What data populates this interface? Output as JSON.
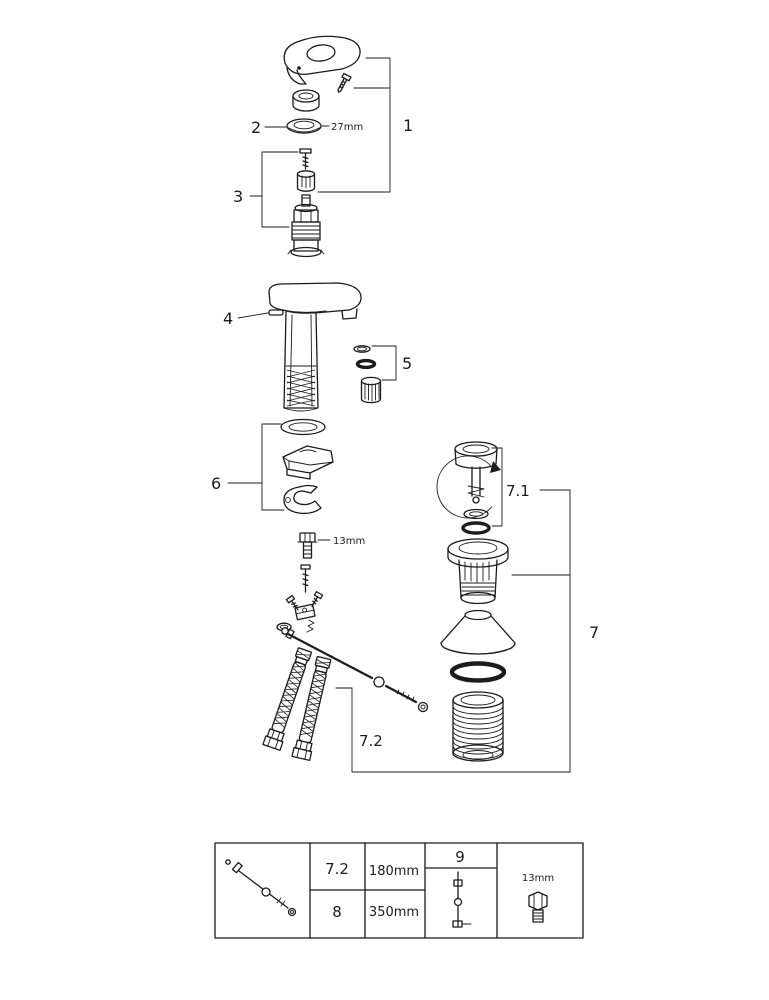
{
  "page": {
    "background": "#ffffff",
    "line_color": "#1b1b1b",
    "description": "Exploded parts diagram of a single-lever basin mixer faucet with pop-up drain assembly"
  },
  "callouts": {
    "part1": "1",
    "part2": "2",
    "part3": "3",
    "part4": "4",
    "part5": "5",
    "part6": "6",
    "part7": "7",
    "part7_1": "7.1",
    "part7_2": "7.2"
  },
  "annotations": {
    "cap_ring_size": "27mm",
    "mounting_bolt_size": "13mm"
  },
  "legend": {
    "rows": [
      {
        "part": "7.2",
        "length": "180mm"
      },
      {
        "part": "8",
        "length": "350mm"
      }
    ],
    "rod_part": "9",
    "bolt_size": "13mm"
  }
}
